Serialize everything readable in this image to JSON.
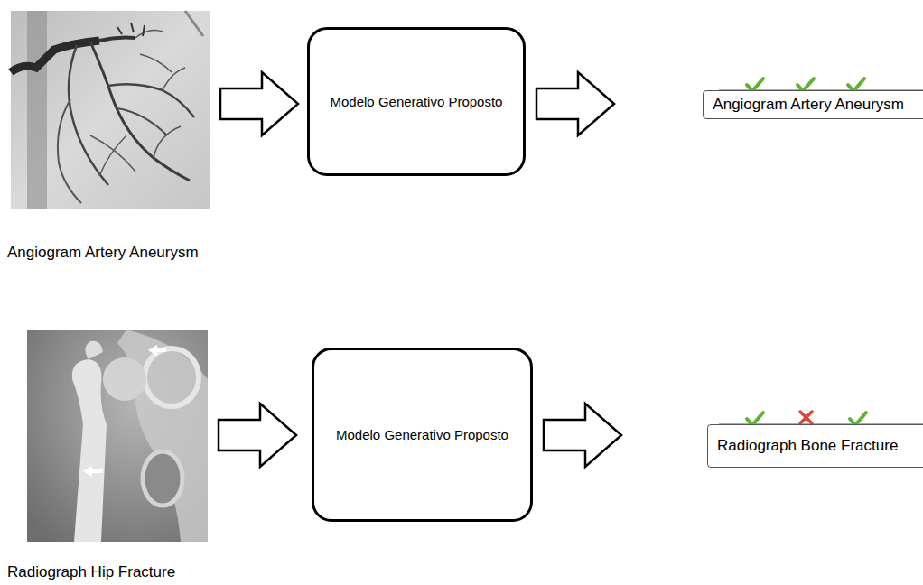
{
  "diagram": {
    "nodes": [
      {
        "text": [
          "Angiogram Artery Aneurysm"
        ]
      },
      {
        "text": [
          "Modelo Generativo Proposto"
        ]
      },
      {
        "text": [
          "Angiogram Artery Aneurysm"
        ]
      },
      {
        "text": [
          "Radiograph Hip Fracture"
        ]
      },
      {
        "text": [
          "Modelo Generativo Proposto"
        ]
      },
      {
        "text": [
          "Radiograph Bone Fracture"
        ]
      }
    ],
    "edges": [
      {
        "from": 0,
        "to": 1,
        "arrow": "to"
      },
      {
        "from": 1,
        "to": 2,
        "arrow": "to"
      },
      {
        "from": 3,
        "to": 4,
        "arrow": "to"
      },
      {
        "from": 4,
        "to": 5,
        "arrow": "to"
      }
    ]
  }
}
